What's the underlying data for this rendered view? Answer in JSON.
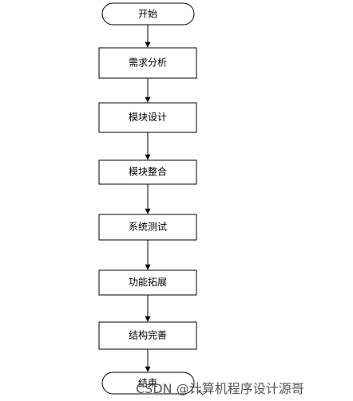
{
  "flowchart": {
    "start": {
      "label": "开始",
      "shape": "terminator"
    },
    "steps": [
      {
        "label": "需求分析",
        "shape": "process"
      },
      {
        "label": "模块设计",
        "shape": "process"
      },
      {
        "label": "模块整合",
        "shape": "process"
      },
      {
        "label": "系统测试",
        "shape": "process"
      },
      {
        "label": "功能拓展",
        "shape": "process"
      },
      {
        "label": "结构完善",
        "shape": "process"
      }
    ],
    "end": {
      "label": "结束",
      "shape": "terminator"
    }
  },
  "watermark": {
    "text": "CSDN @计算机程序设计源哥"
  },
  "colors": {
    "node_fill": "#ffffff",
    "node_stroke": "#000000",
    "connector": "#000000",
    "watermark": "#555555"
  }
}
